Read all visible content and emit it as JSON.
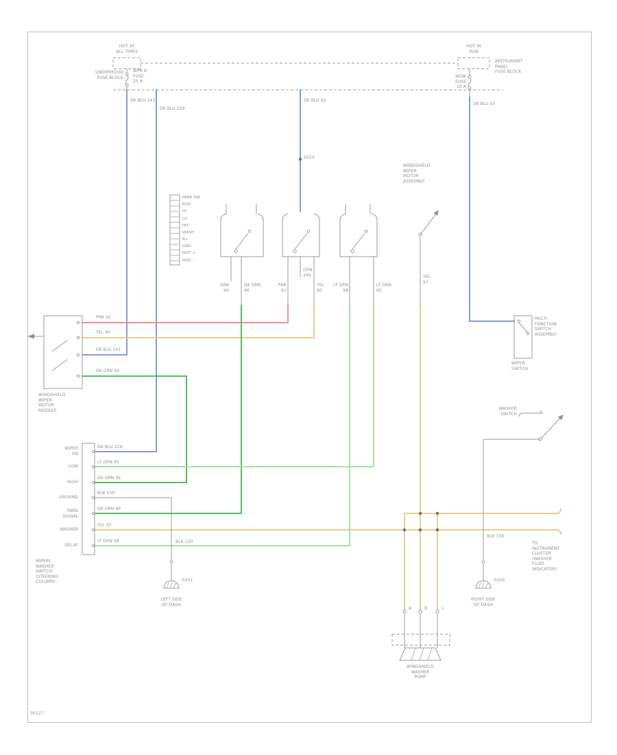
{
  "page": {
    "code": "30127"
  },
  "colors": {
    "blue": "#7d9de2",
    "pink": "#f2918c",
    "yellow": "#e3d08e",
    "green": "#4cbf5e",
    "light_green": "#a8e3a0",
    "line_gray": "#9a9a9a"
  },
  "power_left": {
    "hot": "HOT AT\nALL TIMES",
    "block": "UNDERHOOD\nFUSE BLOCK",
    "fuse": "WPR B\nFUSE\n25 A"
  },
  "power_right": {
    "hot": "HOT IN\nRUN",
    "block": "INSTRUMENT\nPANEL\nFUSE BLOCK",
    "fuse": "WSW\nFUSE\n10 A"
  },
  "feeds": {
    "f185": "DK BLU 141",
    "f228": "DK BLU 229",
    "f437": "DK BLU 92",
    "s214": "S214",
    "f683": "DK BLU 93"
  },
  "motor_assembly": {
    "label": "WINDSHIELD\nWIPER\nMOTOR\nASSEMBLY",
    "board": "PARK SW\nRUN\nHI\nLO\nINT\nWASH\nB+\nGND\nMOT +\nMOT -"
  },
  "stubs": {
    "s337": "GRA\n90",
    "s352": "DK GRN\n96",
    "s420": "PNK\n91",
    "s442": "ORN\n340",
    "s458": "YEL\n90",
    "s510": "LT GRN\n98",
    "s545": "LT GRN\n95",
    "s613": "YEL\n97"
  },
  "module": {
    "label": "WINDSHIELD\nWIPER\nMOTOR\nMODULE",
    "pins": {
      "p470": "PNK 91",
      "p492": "YEL 90",
      "p517": "DK BLU 141",
      "p548": "DK GRN 94"
    }
  },
  "column_switch": {
    "label": "WIPER/\nWASHER\nSWITCH\n(STEERING\nCOLUMN)",
    "pins": [
      {
        "name": "WIPER\nON",
        "wire": "DK BLU 229"
      },
      {
        "name": "LOW",
        "wire": "LT GRN 95"
      },
      {
        "name": "HIGH",
        "wire": "DK GRN 94"
      },
      {
        "name": "GROUND",
        "wire": "BLK 150"
      },
      {
        "name": "PARK\nSIGNAL",
        "wire": "DK GRN 96"
      },
      {
        "name": "WASHER",
        "wire": "YEL 97"
      },
      {
        "name": "DELAY",
        "wire": "LT GRN 98"
      }
    ]
  },
  "right_switch": {
    "label": "MULTI-\nFUNCTION\nSWITCH\nASSEMBLY",
    "sub": "WIPER\nSWITCH",
    "lever": "WASHER\nSWITCH"
  },
  "grounds": {
    "left": {
      "wire": "BLK 150",
      "name": "G201",
      "loc": "LEFT SIDE\nOF DASH"
    },
    "right": {
      "wire": "BLK 150",
      "name": "G200",
      "loc": "RIGHT SIDE\nOF DASH"
    }
  },
  "washer": {
    "pins": [
      "A",
      "B",
      "C"
    ],
    "pump": "WINDSHIELD\nWASHER\nPUMP",
    "indicator": "TO\nINSTRUMENT\nCLUSTER\n(WASHER\nFLUID\nINDICATOR)"
  }
}
